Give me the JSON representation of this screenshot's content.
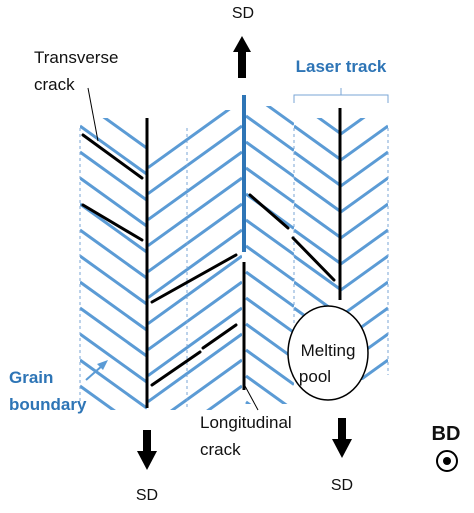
{
  "labels": {
    "sd_top": "SD",
    "laser_track": "Laser track",
    "transverse_crack_line1": "Transverse",
    "transverse_crack_line2": "crack",
    "grain_boundary_line1": "Grain",
    "grain_boundary_line2": "boundary",
    "melting_pool_line1": "Melting",
    "melting_pool_line2": "pool",
    "longitudinal_crack_line1": "Longitudinal",
    "longitudinal_crack_line2": "crack",
    "sd_bottom_left": "SD",
    "sd_bottom_right": "SD",
    "bd": "BD"
  },
  "colors": {
    "grain": "#5b9bd5",
    "crack": "#000000",
    "accent_text": "#2e75b6",
    "dashed_boundary": "#7aa6d6"
  }
}
